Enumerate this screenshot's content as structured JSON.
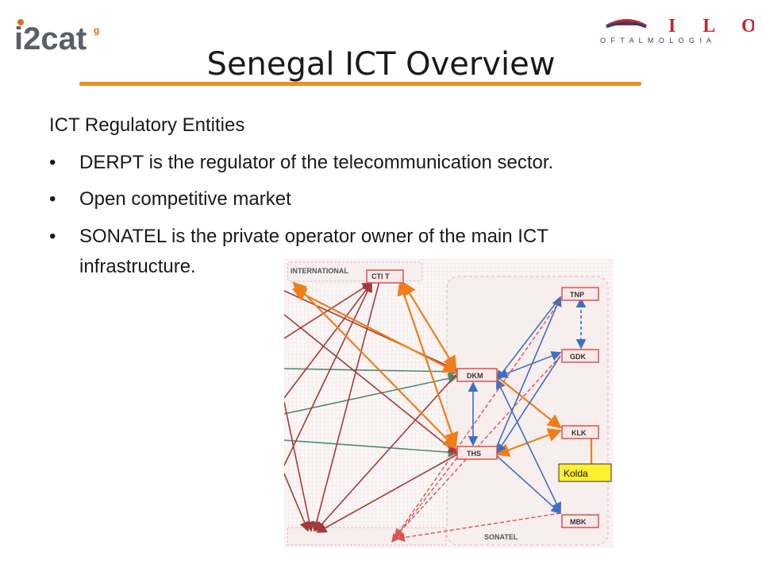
{
  "logos": {
    "left": "i2cat",
    "left_superscript": "g",
    "right_top": "I  L  O",
    "right_bottom": "O F T A L M O L O G I A"
  },
  "slide": {
    "title": "Senegal ICT Overview",
    "subtitle": "ICT Regulatory Entities",
    "bullets": [
      "DERPT is the regulator of the telecommunication sector.",
      "Open competitive market",
      "SONATEL is the private operator owner of the main ICT",
      "infrastructure."
    ],
    "bullet_glyph": "•"
  },
  "diagram": {
    "labels": {
      "international": "INTERNATIONAL",
      "ctit": "CTI T",
      "dkm": "DKM",
      "ths": "THS",
      "tnp": "TNP",
      "gdk": "GDK",
      "klk": "KLK",
      "mbk": "MBK",
      "kolda": "Kolda",
      "sonatel": "SONATEL"
    },
    "colors": {
      "red_box": "#d9534f",
      "orange": "#f07d1a",
      "dark_red": "#a33a3a",
      "green": "#4f8a72",
      "blue": "#3d6fc4",
      "kolda_fill": "#ffef2e",
      "grid_bg": "#f7eeee"
    }
  }
}
